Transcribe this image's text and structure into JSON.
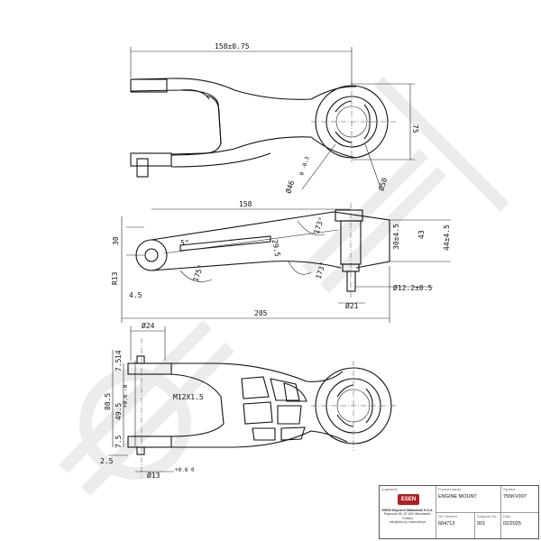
{
  "top_view": {
    "dim_length": "158±0.75",
    "dim_height": "75",
    "dim_bore": "Ø46",
    "dim_bore_tol": "0 -0.3",
    "dim_hole": "Ø50"
  },
  "side_view": {
    "dim_length": "158",
    "dim_total": "205",
    "dim_left_height": "30",
    "dim_radius": "R13",
    "dim_offset": "4.5",
    "dim_angle_top": "5°",
    "dim_slot_width": "29.5",
    "dim_angle_bottom_left": "175°",
    "dim_angle_right_top": "173°",
    "dim_angle_right_bottom": "173°",
    "dim_height_30": "30±4.5",
    "dim_height_43": "43",
    "dim_height_44": "44±4.5",
    "dim_shaft": "Ø12.2±0.5",
    "dim_shaft_base": "Ø21"
  },
  "bottom_view": {
    "dim_diameter": "Ø24",
    "dim_thread": "M12X1.5",
    "dim_top_offset": "7.5",
    "dim_top_thickness": "14",
    "dim_overall": "80.5",
    "dim_inner": "49.5",
    "dim_inner_tol": "+0.6 -0",
    "dim_bottom_offset": "7.5",
    "dim_edge": "2.5",
    "dim_hole": "Ø13",
    "dim_hole_tol": "+0.6 0"
  },
  "title_block": {
    "logo_text": "ESEN",
    "company_lines": [
      "ESEN Wojciech Małkowski S.K.A.",
      "Papierów 65, 87-800 Włocławek, Poland",
      "info@eksi.pl, www.eksi.pl"
    ],
    "approve_label": "Angestellt",
    "product_name_label": "Product name",
    "product_name": "ENGINE MOUNT",
    "symbol_label": "Symbol",
    "symbol": "755KV007",
    "oe_label": "OE Number",
    "oe_number": "684713",
    "diagram_label": "Diagram No.",
    "diagram_no": "001",
    "date_label": "Date",
    "date": "02/2025"
  },
  "colors": {
    "line": "#111111",
    "watermark": "#ececec"
  }
}
